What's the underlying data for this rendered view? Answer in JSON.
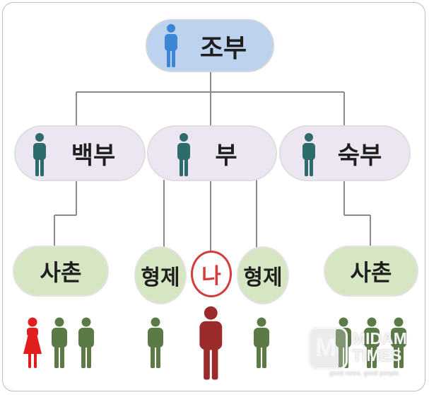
{
  "colors": {
    "line": "#8a8a8a",
    "grandfather_fill": "#bcd2ee",
    "uncle_fill": "#ece6f2",
    "cousin_fill": "#d6e6c2",
    "me_ring": "#d63a3a",
    "blue_person": "#3d86d6",
    "teal_person": "#2e6b6b",
    "green_person": "#5b7a45",
    "red_person": "#e01e1e",
    "self_person": "#9b2a2a"
  },
  "nodes": {
    "grandfather": {
      "label": "조부",
      "icon": "person-icon"
    },
    "elder_uncle": {
      "label": "백부",
      "icon": "person-icon"
    },
    "father": {
      "label": "부",
      "icon": "person-icon"
    },
    "younger_uncle": {
      "label": "숙부",
      "icon": "person-icon"
    },
    "cousin_left": {
      "label": "사촌"
    },
    "sibling_left": {
      "label": "형제"
    },
    "me": {
      "label": "나"
    },
    "sibling_right": {
      "label": "형제"
    },
    "cousin_right": {
      "label": "사촌"
    }
  },
  "figures": [
    {
      "group": "cousin-left",
      "type": "female",
      "color": "#e01e1e"
    },
    {
      "group": "cousin-left",
      "type": "male",
      "color": "#5b7a45"
    },
    {
      "group": "cousin-left",
      "type": "male",
      "color": "#5b7a45"
    },
    {
      "group": "sibling-left",
      "type": "male",
      "color": "#5b7a45"
    },
    {
      "group": "self",
      "type": "male",
      "color": "#9b2a2a"
    },
    {
      "group": "sibling-right",
      "type": "male",
      "color": "#5b7a45"
    },
    {
      "group": "cousin-right",
      "type": "male",
      "color": "#5b7a45"
    },
    {
      "group": "cousin-right",
      "type": "male",
      "color": "#5b7a45"
    },
    {
      "group": "cousin-right",
      "type": "male",
      "color": "#5b7a45"
    }
  ],
  "watermark": {
    "logo_letter": "M",
    "line1": "MIDAM",
    "line2": "TIMES",
    "tagline": "good news, good people"
  }
}
